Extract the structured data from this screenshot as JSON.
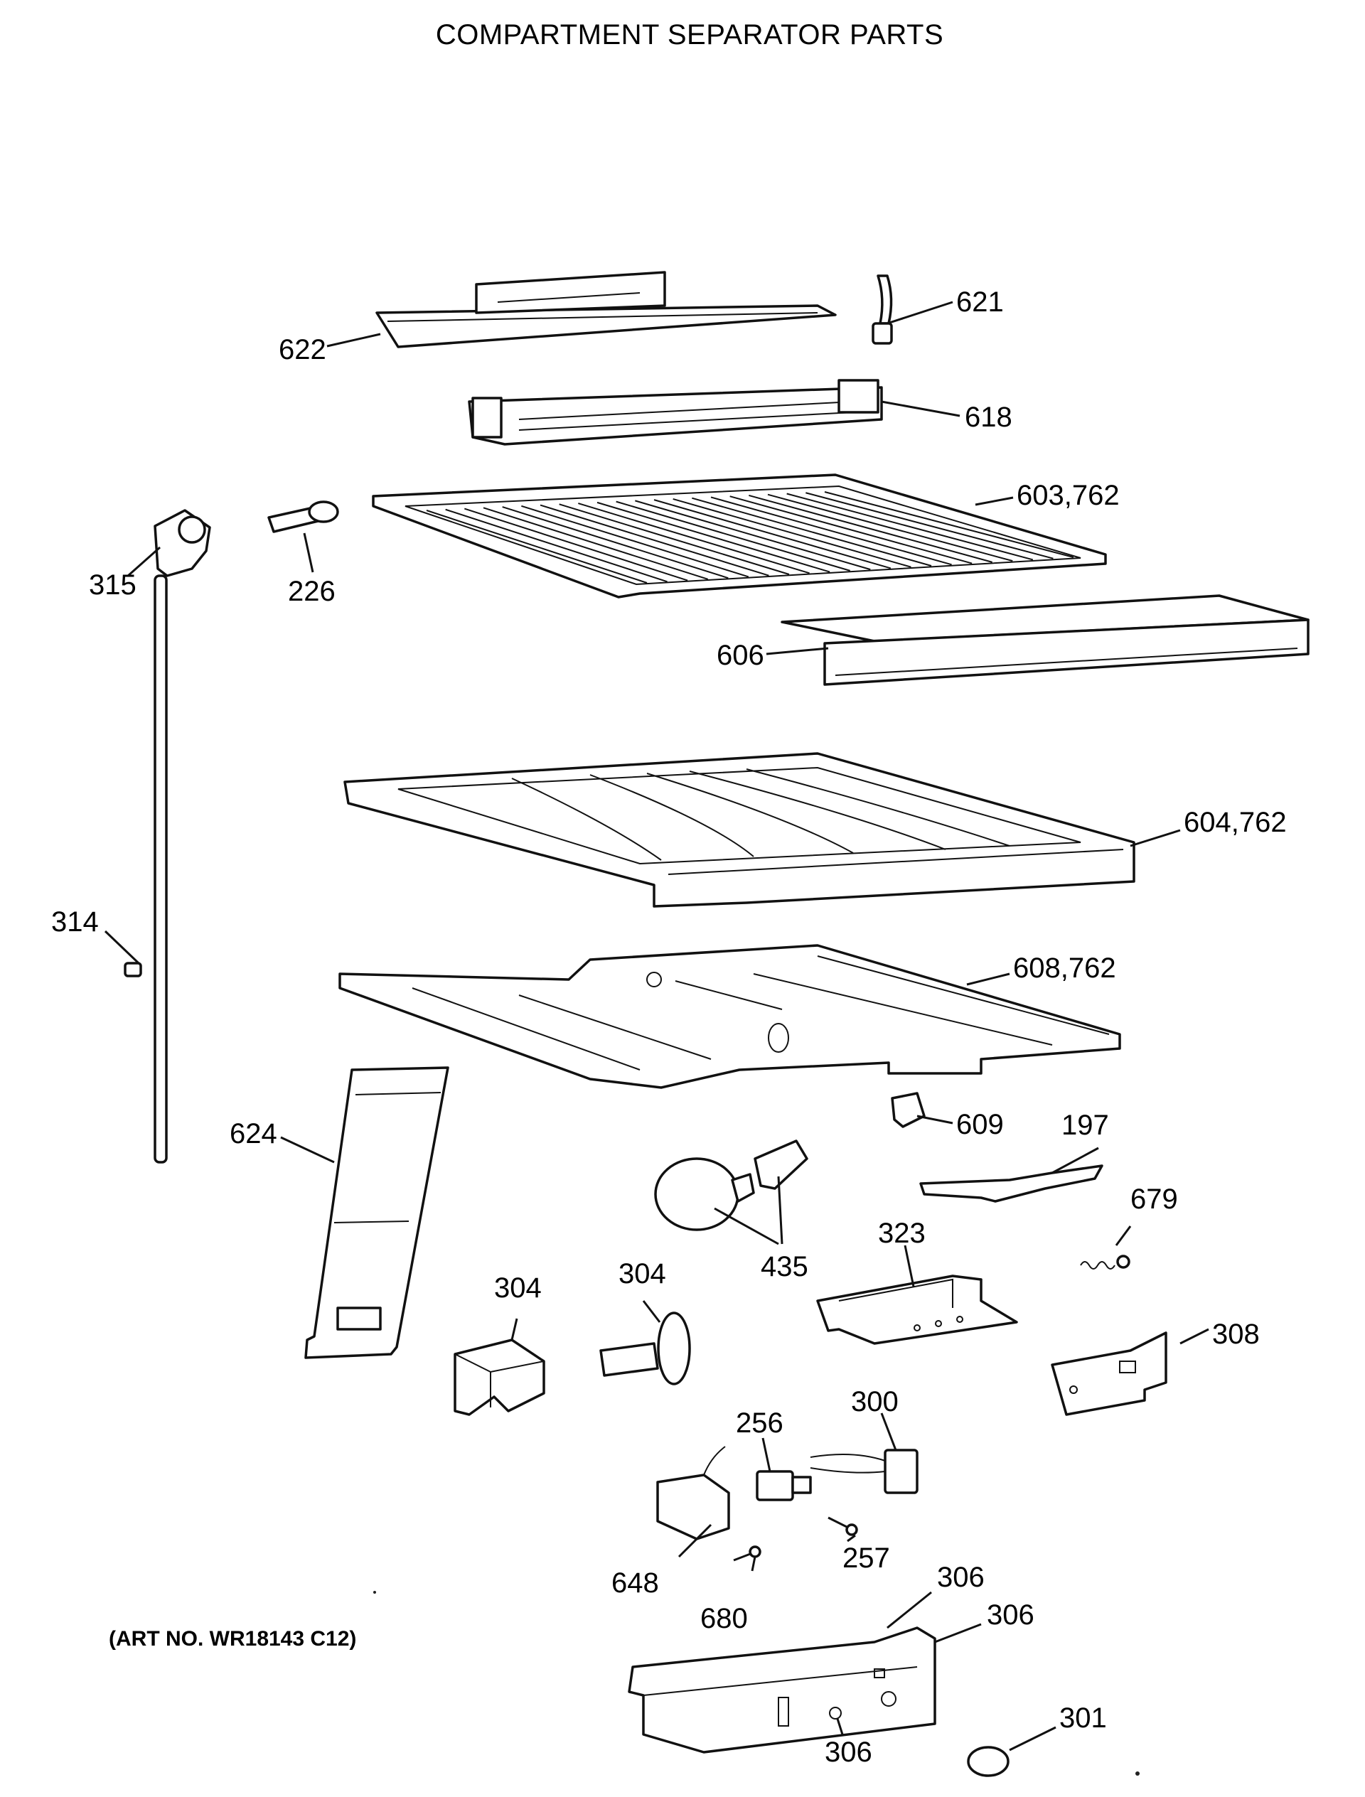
{
  "title": "COMPARTMENT SEPARATOR PARTS",
  "art_number": "(ART NO. WR18143 C12)",
  "callouts": {
    "p621": "621",
    "p622": "622",
    "p618": "618",
    "p603": "603,762",
    "p315": "315",
    "p226": "226",
    "p606": "606",
    "p604": "604,762",
    "p314": "314",
    "p608": "608,762",
    "p609": "609",
    "p197": "197",
    "p624": "624",
    "p679": "679",
    "p323": "323",
    "p435": "435",
    "p304a": "304",
    "p304b": "304",
    "p308": "308",
    "p300": "300",
    "p256": "256",
    "p257": "257",
    "p648": "648",
    "p680": "680",
    "p306a": "306",
    "p306b": "306",
    "p301": "301",
    "p306c": "306"
  }
}
